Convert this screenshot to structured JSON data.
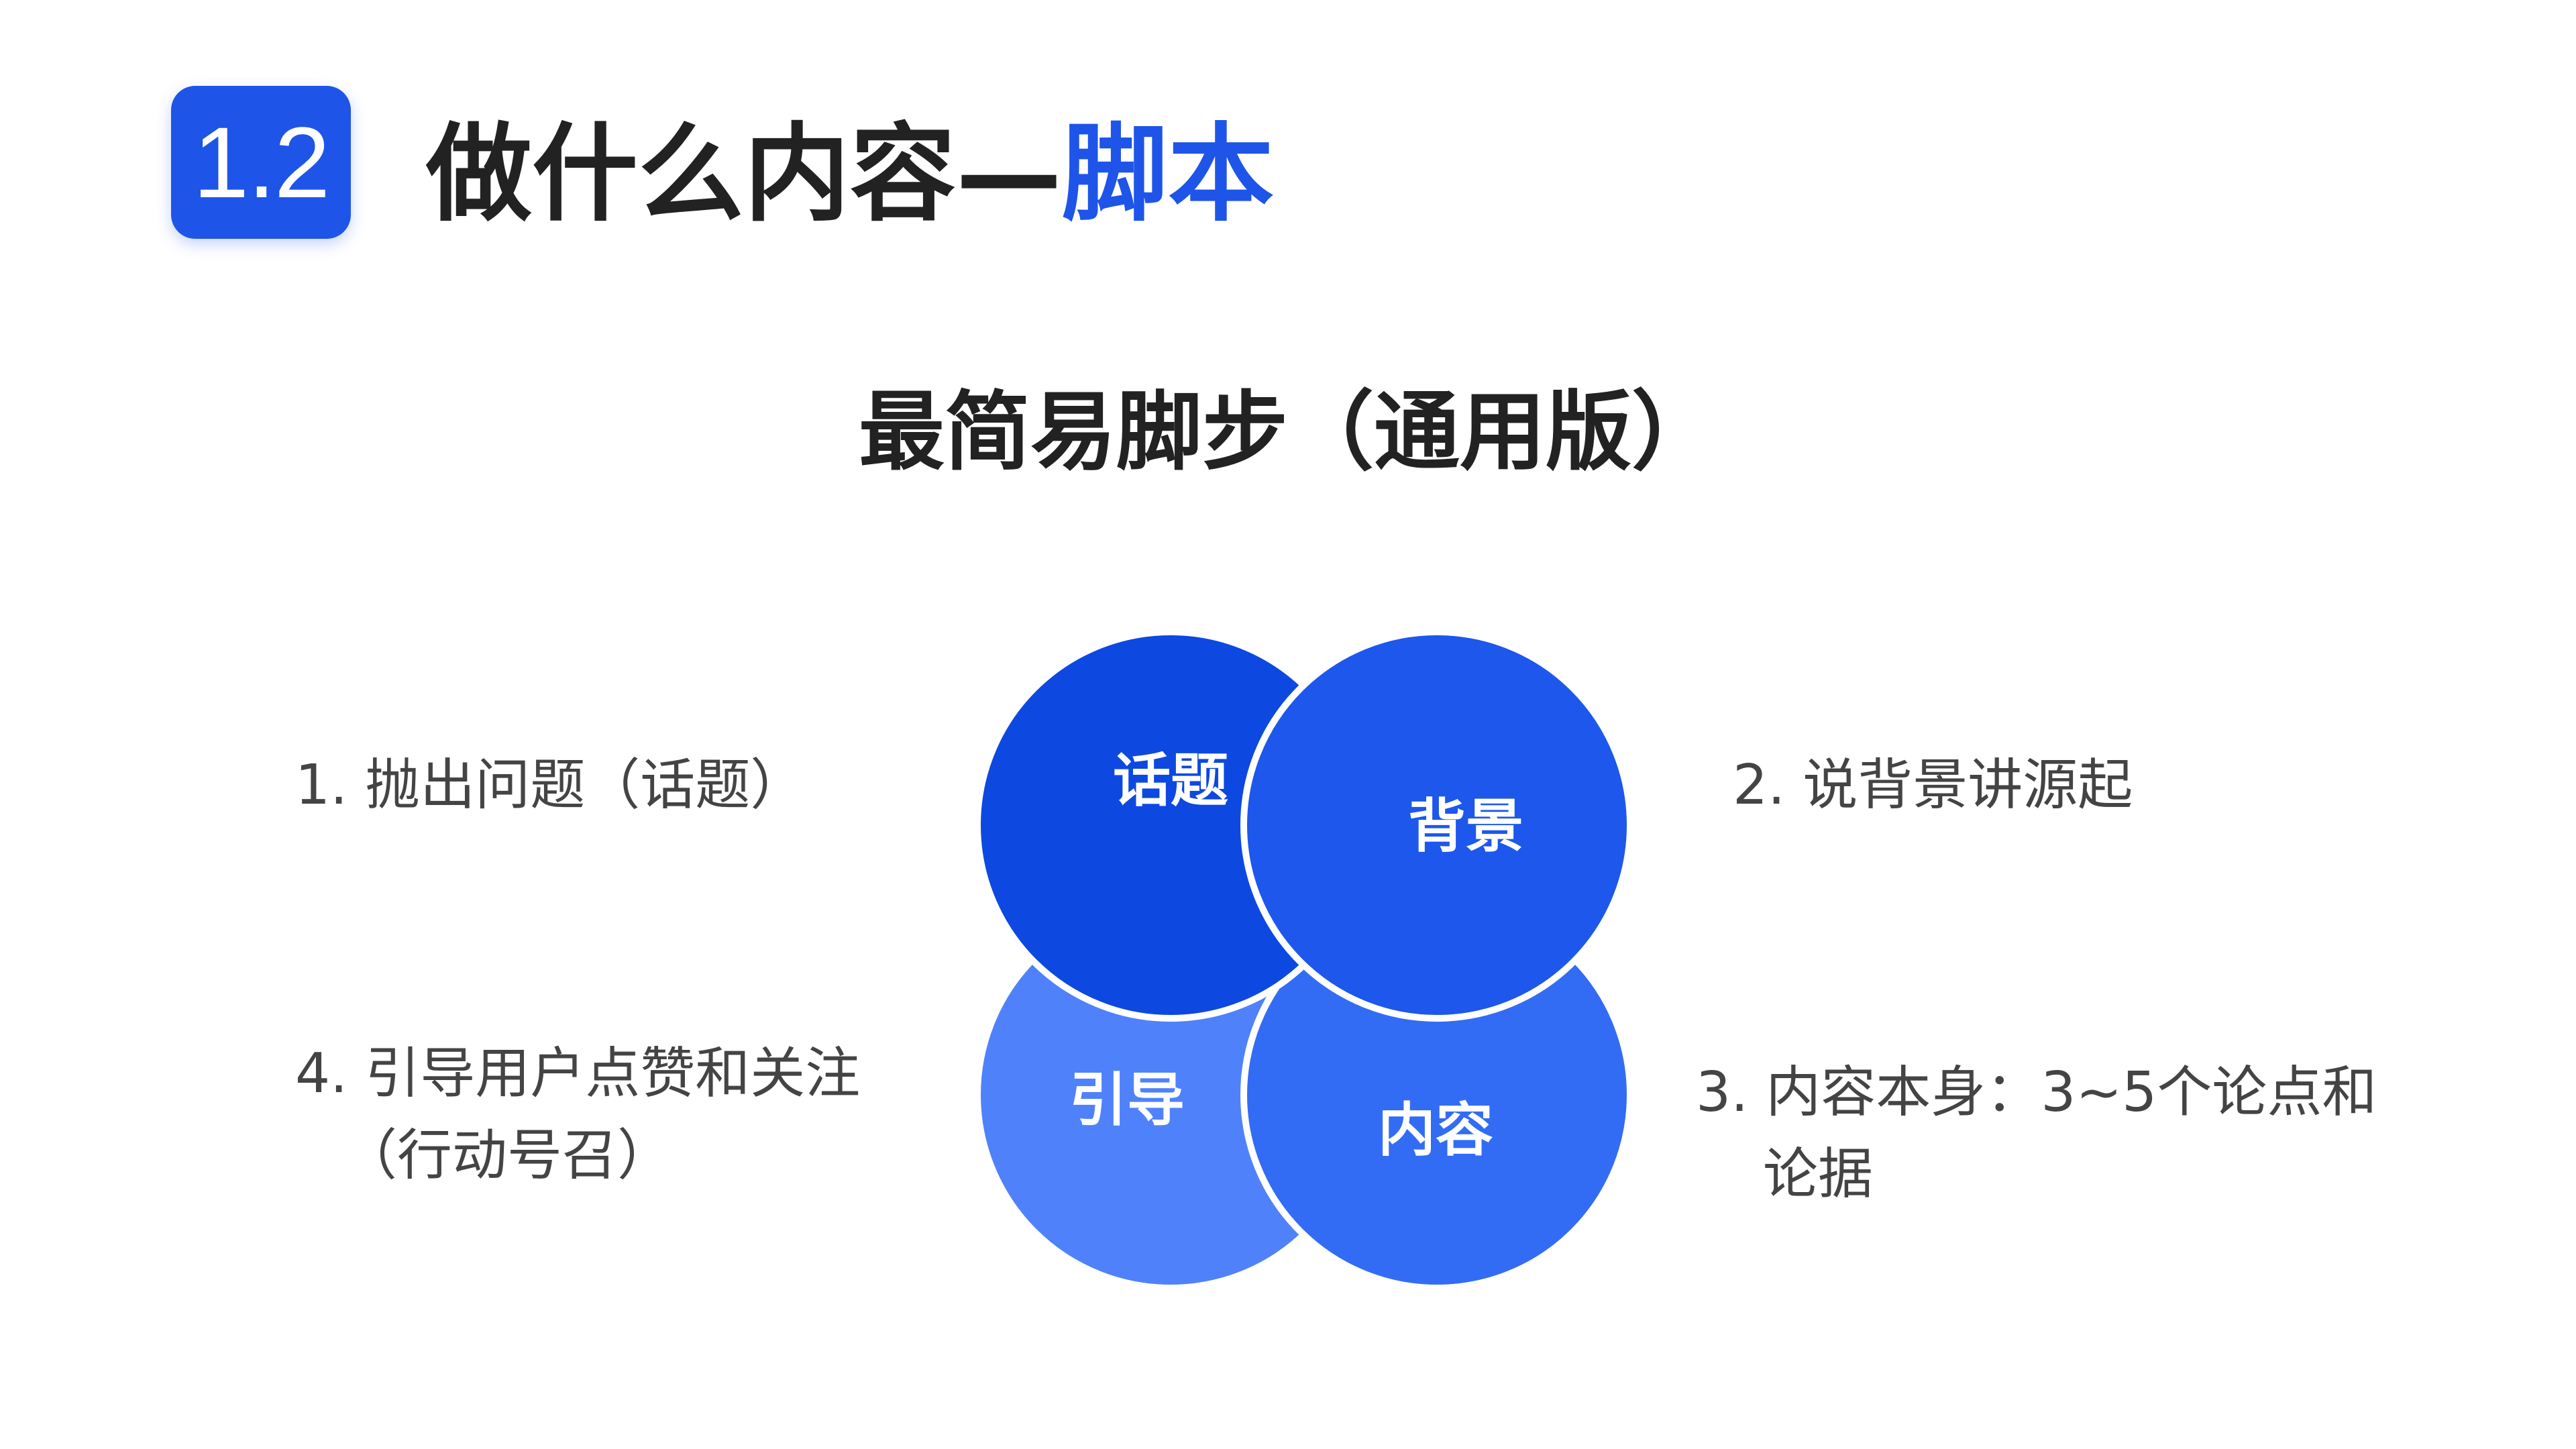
{
  "header": {
    "badge": "1.2",
    "title_main": "做什么内容—",
    "title_accent": "脚本"
  },
  "subtitle": "最简易脚步（通用版）",
  "colors": {
    "accent": "#1e55e8",
    "circle_topic": "#0d49e0",
    "circle_background": "#1d57ec",
    "circle_content": "#336cf4",
    "circle_guide": "#4f82fa",
    "text_dark": "#222222",
    "text_body": "#444444"
  },
  "diagram": {
    "circles": [
      {
        "label": "话题"
      },
      {
        "label": "背景"
      },
      {
        "label": "内容"
      },
      {
        "label": "引导"
      }
    ]
  },
  "steps": {
    "step1": "1. 抛出问题（话题）",
    "step2": "2. 说背景讲源起",
    "step3_line1": "3. 内容本身：3~5个论点和",
    "step3_line2": "论据",
    "step4_line1": "4. 引导用户点赞和关注",
    "step4_line2": "（行动号召）"
  }
}
